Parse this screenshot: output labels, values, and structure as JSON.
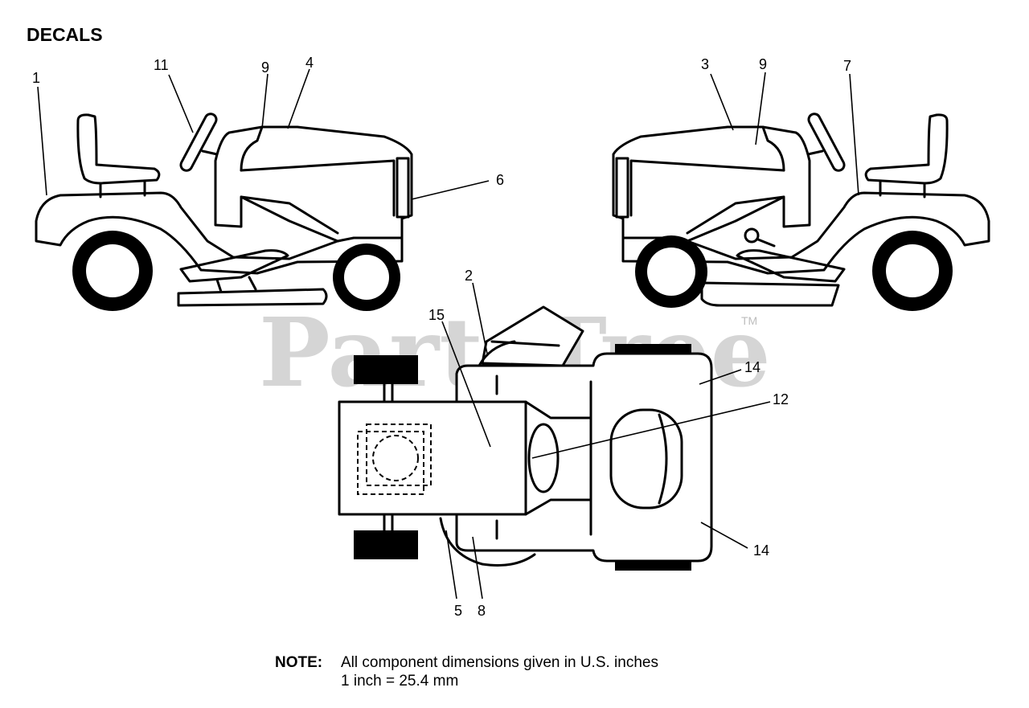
{
  "heading": "DECALS",
  "watermark": {
    "text": "PartsTree",
    "tm": "TM"
  },
  "callouts": {
    "left_view": [
      "1",
      "11",
      "9",
      "4",
      "6"
    ],
    "right_view": [
      "3",
      "9",
      "7"
    ],
    "top_view": [
      "2",
      "15",
      "14",
      "12",
      "14",
      "5",
      "8"
    ]
  },
  "note": {
    "label": "NOTE:",
    "line1": "All component dimensions given in U.S. inches",
    "line2": "1 inch = 25.4 mm"
  }
}
